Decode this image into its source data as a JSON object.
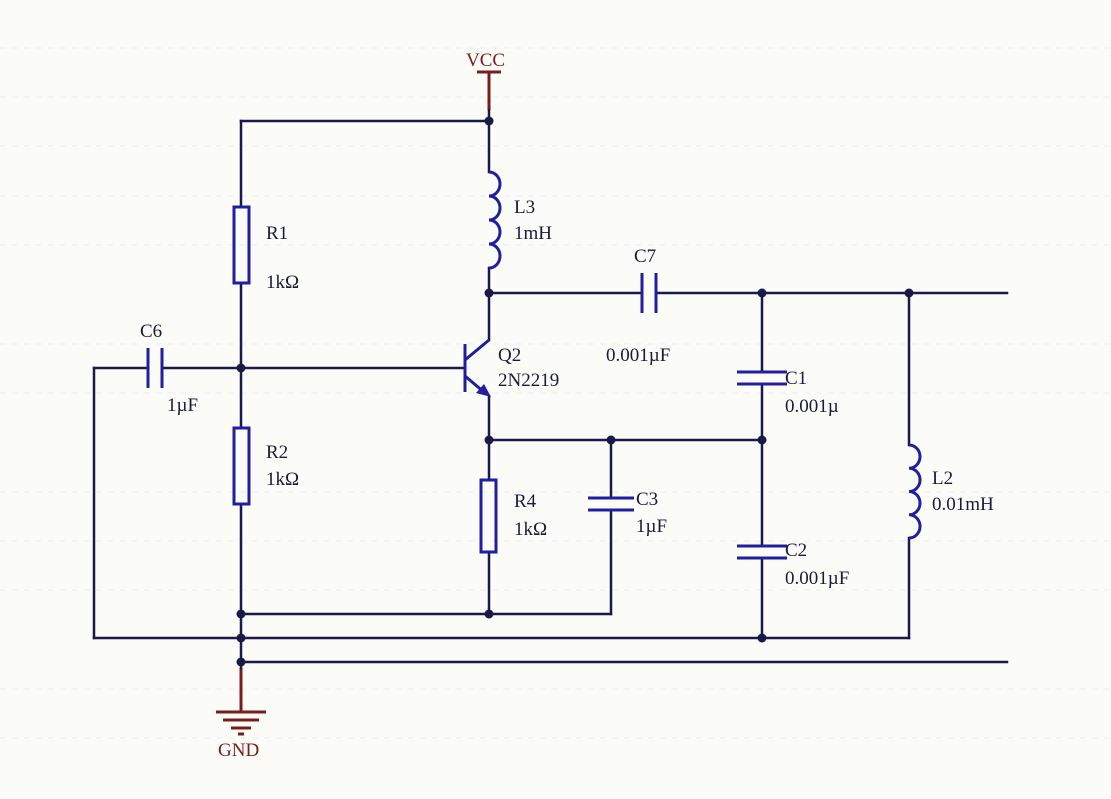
{
  "net_labels": {
    "vcc": "VCC",
    "gnd": "GND"
  },
  "components": {
    "r1": {
      "ref": "R1",
      "value": "1kΩ"
    },
    "r2": {
      "ref": "R2",
      "value": "1kΩ"
    },
    "r4": {
      "ref": "R4",
      "value": "1kΩ"
    },
    "l3": {
      "ref": "L3",
      "value": "1mH"
    },
    "l2": {
      "ref": "L2",
      "value": "0.01mH"
    },
    "c6": {
      "ref": "C6",
      "value": "1µF"
    },
    "c7": {
      "ref": "C7",
      "value": "0.001µF"
    },
    "c1": {
      "ref": "C1",
      "value": "0.001µ"
    },
    "c2": {
      "ref": "C2",
      "value": "0.001µF"
    },
    "c3": {
      "ref": "C3",
      "value": "1µF"
    },
    "q2": {
      "ref": "Q2",
      "value": "2N2219"
    }
  },
  "colors": {
    "wire": "#1a1a4a",
    "component": "#1f1fa0",
    "power": "#7a1c1c",
    "background": "#fbfbf8"
  }
}
